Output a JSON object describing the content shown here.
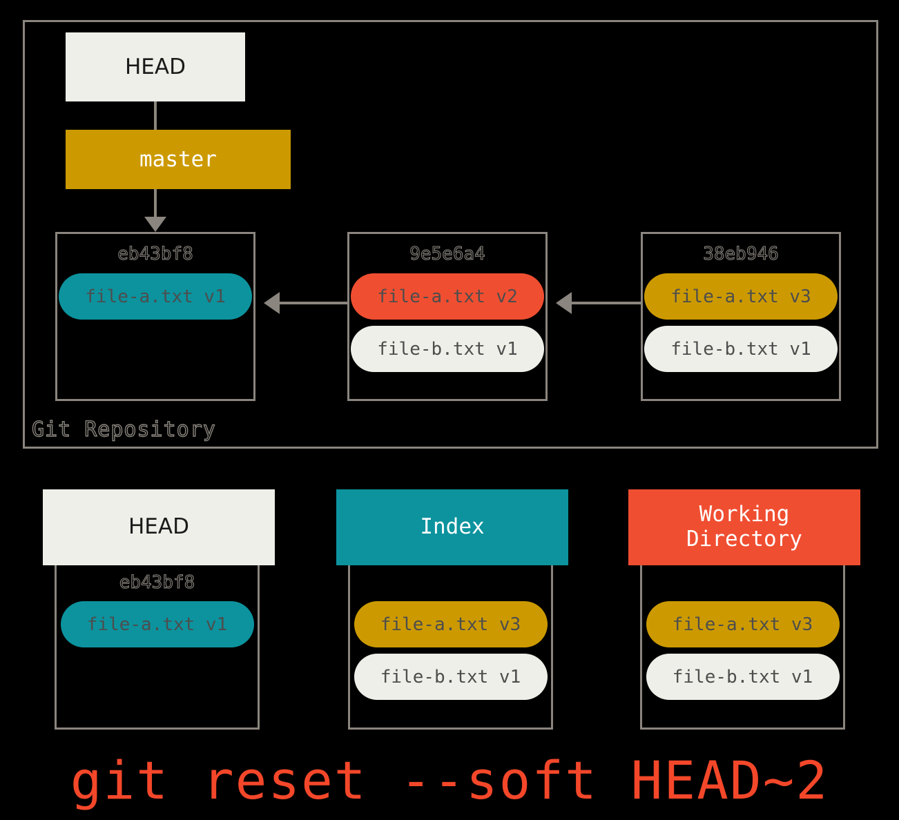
{
  "diagram": {
    "title": "git reset --soft HEAD~2",
    "repository": {
      "label": "Git Repository",
      "head_ref": "HEAD",
      "branch_ref": "master",
      "commits": [
        {
          "sha": "eb43bf8",
          "blobs": [
            {
              "label": "file-a.txt v1",
              "color": "teal"
            }
          ]
        },
        {
          "sha": "9e5e6a4",
          "blobs": [
            {
              "label": "file-a.txt v2",
              "color": "red"
            },
            {
              "label": "file-b.txt v1",
              "color": "cream"
            }
          ]
        },
        {
          "sha": "38eb946",
          "blobs": [
            {
              "label": "file-a.txt v3",
              "color": "gold"
            },
            {
              "label": "file-b.txt v1",
              "color": "cream"
            }
          ]
        }
      ]
    },
    "areas": [
      {
        "header": "HEAD",
        "header_line2": "",
        "header_color": "cream",
        "sha": "eb43bf8",
        "blobs": [
          {
            "label": "file-a.txt v1",
            "color": "teal"
          }
        ]
      },
      {
        "header": "Index",
        "header_line2": "",
        "header_color": "teal",
        "sha": "",
        "blobs": [
          {
            "label": "file-a.txt v3",
            "color": "gold"
          },
          {
            "label": "file-b.txt v1",
            "color": "cream"
          }
        ]
      },
      {
        "header": "Working",
        "header_line2": "Directory",
        "header_color": "red",
        "sha": "",
        "blobs": [
          {
            "label": "file-a.txt v3",
            "color": "gold"
          },
          {
            "label": "file-b.txt v1",
            "color": "cream"
          }
        ]
      }
    ],
    "colors": {
      "background": "#000000",
      "stroke": "#8a857e",
      "teal": "#0c939e",
      "red": "#f04e31",
      "gold": "#cc9a00",
      "cream": "#efefe9",
      "command": "#f4472a"
    }
  }
}
